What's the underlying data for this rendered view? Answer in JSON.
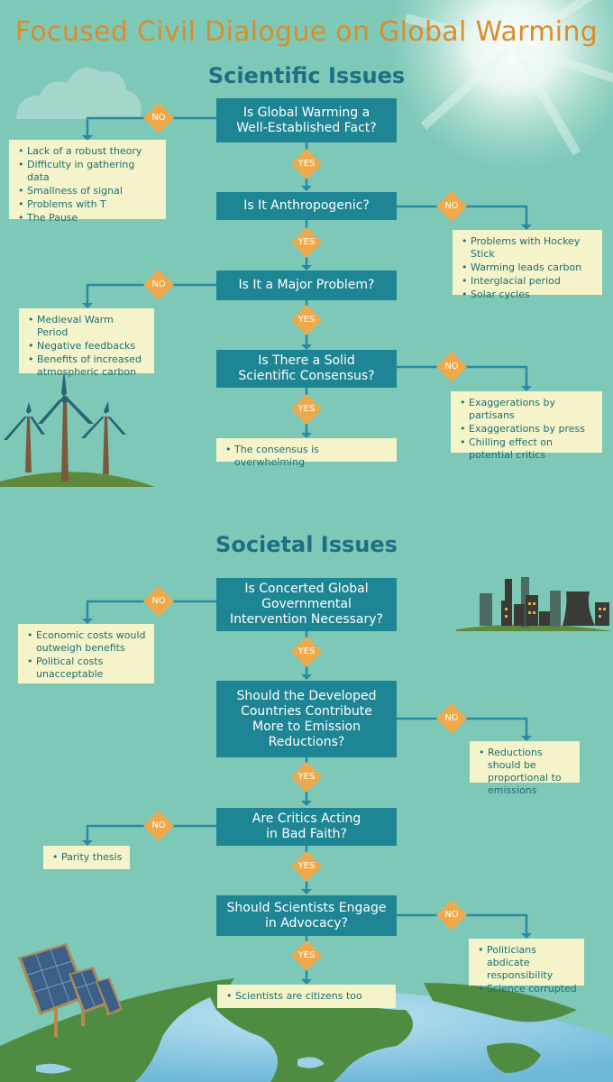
{
  "title": "Focused Civil Dialogue on Global Warming",
  "sections": {
    "scientific": "Scientific Issues",
    "societal": "Societal Issues"
  },
  "labels": {
    "yes": "YES",
    "no": "NO"
  },
  "questions": {
    "q1": "Is Global Warming a\nWell-Established Fact?",
    "q2": "Is It Anthropogenic?",
    "q3": "Is It a Major Problem?",
    "q4": "Is There a Solid\nScientific Consensus?",
    "q5": "Is Concerted Global\nGovernmental\nIntervention Necessary?",
    "q6": "Should the Developed\nCountries Contribute\nMore to Emission\nReductions?",
    "q7": "Are Critics Acting\nin Bad Faith?",
    "q8": "Should Scientists Engage\nin Advocacy?"
  },
  "boxes": {
    "b1": [
      "Lack of a robust theory",
      "Difficulty in gathering data",
      "Smallness of signal",
      "Problems with T",
      "The Pause"
    ],
    "b2": [
      "Problems with Hockey Stick",
      "Warming leads carbon",
      "Interglacial period",
      "Solar cycles"
    ],
    "b3": [
      "Medieval Warm Period",
      "Negative feedbacks",
      "Benefits of increased atmospheric carbon"
    ],
    "b4": [
      "Exaggerations by partisans",
      "Exaggerations by press",
      "Chilling effect on potential critics"
    ],
    "b5": [
      "The consensus is overwhelming"
    ],
    "b6": [
      "Economic costs would outweigh benefits",
      "Political costs unacceptable"
    ],
    "b7": [
      "Reductions should be proportional to emissions"
    ],
    "b8": [
      "Parity thesis"
    ],
    "b9": [
      "Politicians abdicate responsibility",
      "Science corrupted"
    ],
    "b10": [
      "Scientists are citizens too"
    ]
  },
  "colors": {
    "background": "#7ec8b8",
    "question_box": "#1e8595",
    "answer_box": "#f4f3c9",
    "diamond": "#f0a94a",
    "connector": "#2a8aa0",
    "title": "#d98d2b",
    "section_heading": "#1f6f83"
  }
}
